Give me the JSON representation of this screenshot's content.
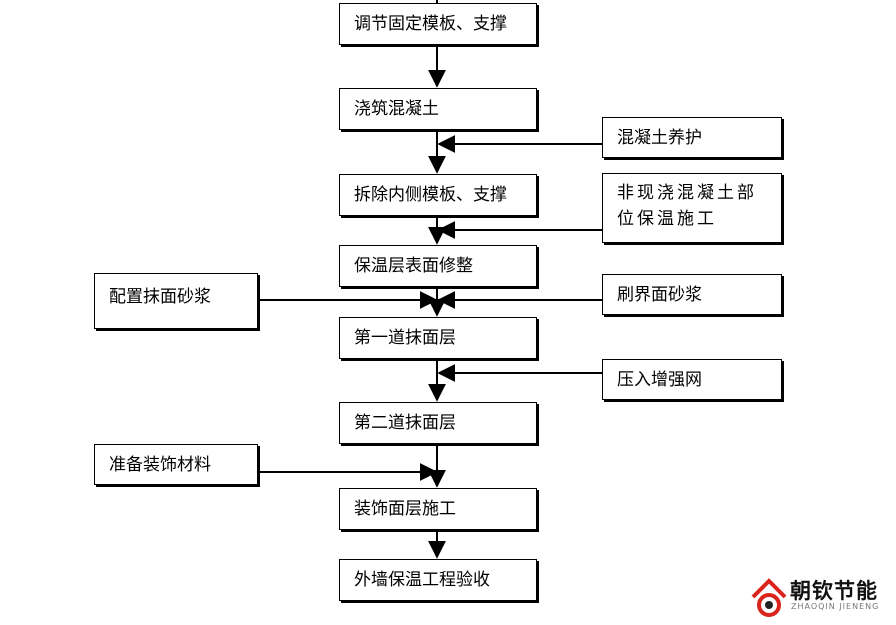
{
  "flow": {
    "main": [
      "调节固定模板、支撑",
      "浇筑混凝土",
      "拆除内侧模板、支撑",
      "保温层表面修整",
      "第一道抹面层",
      "第二道抹面层",
      "装饰面层施工",
      "外墙保温工程验收"
    ],
    "right": [
      "混凝土养护",
      "非现浇混凝土部位保温施工",
      "刷界面砂浆",
      "压入增强网"
    ],
    "left": [
      "配置抹面砂浆",
      "准备装饰材料"
    ]
  },
  "logo": {
    "name": "朝钦节能",
    "subtitle": "ZHAOQIN JIENENG"
  }
}
